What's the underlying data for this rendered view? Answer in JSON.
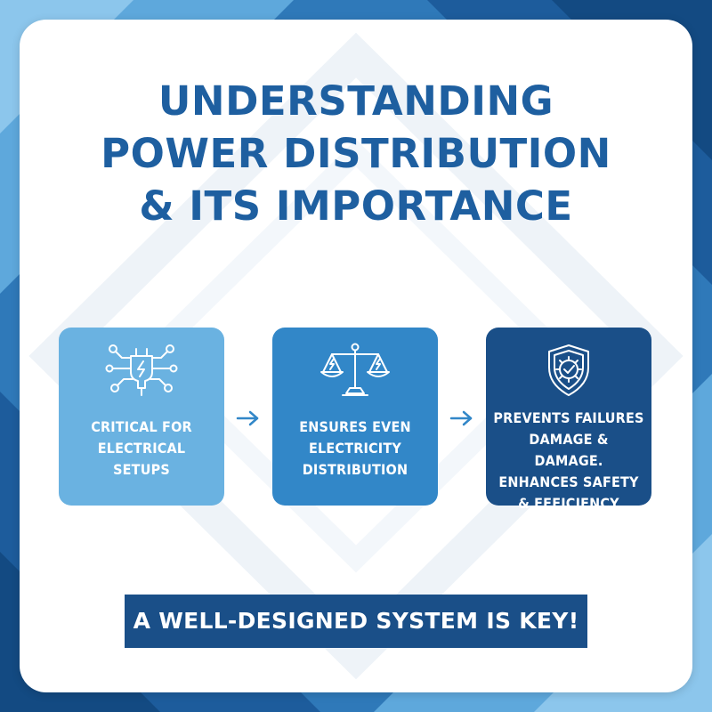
{
  "title": {
    "line1": "UNDERSTANDING",
    "line2": "POWER DISTRIBUTION",
    "line3": "& ITS IMPORTANCE"
  },
  "cards": [
    {
      "icon": "electric-plug-icon",
      "lines": [
        "CRITICAL FOR",
        "ELECTRICAL",
        "SETUPS"
      ]
    },
    {
      "icon": "balance-scale-icon",
      "lines": [
        "ENSURES EVEN",
        "ELECTRICITY",
        "DISTRIBUTION"
      ]
    },
    {
      "icon": "shield-check-gear-icon",
      "lines": [
        "PREVENTS FAILURES",
        "DAMAGE & DAMAGE.",
        "ENHANCES SAFETY",
        "& EFFICIENCY"
      ]
    }
  ],
  "arrows": [
    "arrow-right-icon",
    "arrow-right-icon"
  ],
  "banner": {
    "text": "A WELL-DESIGNED SYSTEM IS KEY!"
  },
  "colors": {
    "title": "#1e5fa0",
    "card1": "#6ab2e1",
    "card2": "#3287c8",
    "card3": "#1a4f88",
    "banner": "#1a4f88",
    "background": "#2f79b9"
  }
}
